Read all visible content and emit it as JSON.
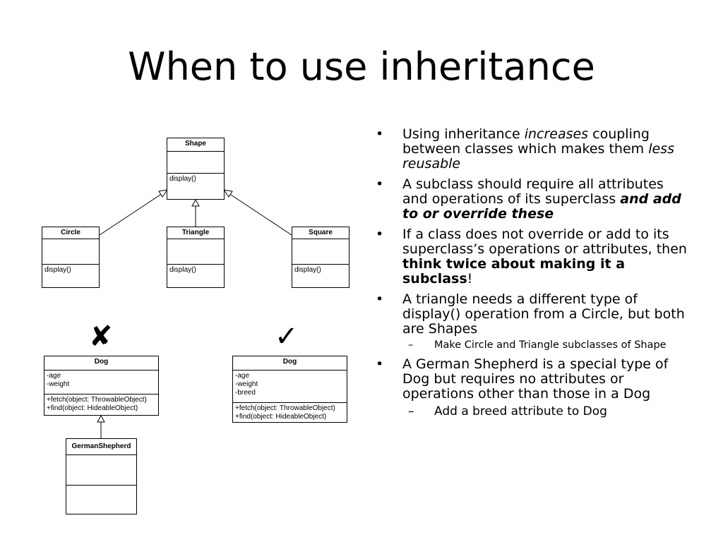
{
  "title": "When to use inheritance",
  "diagram": {
    "shape": {
      "name": "Shape",
      "ops": [
        "display()"
      ]
    },
    "circle": {
      "name": "Circle",
      "ops": [
        "display()"
      ]
    },
    "triangle": {
      "name": "Triangle",
      "ops": [
        "display()"
      ]
    },
    "square": {
      "name": "Square",
      "ops": [
        "display()"
      ]
    },
    "wrong_mark": "✘",
    "right_mark": "✓",
    "dog_left": {
      "name": "Dog",
      "attrs": [
        "-age",
        "-weight"
      ],
      "ops": [
        "+fetch(object: ThrowableObject)",
        "+find(object: HideableObject)"
      ]
    },
    "german_shepherd": {
      "name": "GermanShepherd"
    },
    "dog_right": {
      "name": "Dog",
      "attrs": [
        "-age",
        "-weight",
        "-breed"
      ],
      "ops": [
        "+fetch(object: ThrowableObject)",
        "+find(object: HideableObject)"
      ]
    }
  },
  "bullets": {
    "b1": {
      "t1": "Using inheritance ",
      "t2": "increases",
      "t3": " coupling between classes which makes them ",
      "t4": "less reusable"
    },
    "b2": {
      "t1": "A subclass should require all attributes and operations of its superclass ",
      "t2": "and add to or override these"
    },
    "b3": {
      "t1": "If a class does not override or add to its superclass’s operations or attributes, then ",
      "t2": "think twice about making it a subclass",
      "t3": "!"
    },
    "b4": {
      "t1": "A triangle needs a different type of display() operation from a Circle, but both are Shapes"
    },
    "b4s": {
      "t1": "Make Circle and Triangle subclasses of Shape"
    },
    "b5": {
      "t1": "A German Shepherd is a special type of Dog but requires no attributes or operations other than those in a Dog"
    },
    "b5s": {
      "t1": "Add a breed attribute to Dog"
    },
    "bullet_char": "•",
    "dash_char": "–"
  }
}
